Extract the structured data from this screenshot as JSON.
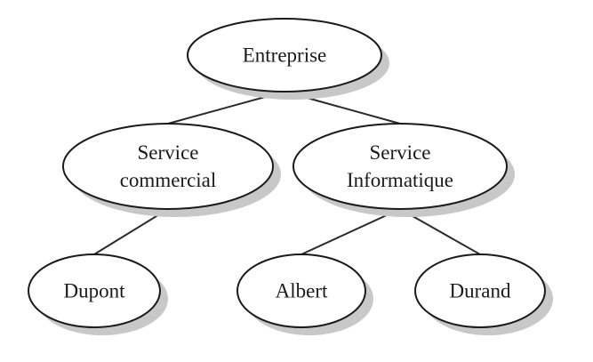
{
  "diagram": {
    "nodes": {
      "entreprise": {
        "lines": [
          "Entreprise"
        ]
      },
      "commercial": {
        "lines": [
          "Service",
          "commercial"
        ]
      },
      "informatique": {
        "lines": [
          "Service",
          "Informatique"
        ]
      },
      "dupont": {
        "lines": [
          "Dupont"
        ]
      },
      "albert": {
        "lines": [
          "Albert"
        ]
      },
      "durand": {
        "lines": [
          "Durand"
        ]
      }
    },
    "edges": [
      {
        "from": "entreprise",
        "to": "commercial"
      },
      {
        "from": "entreprise",
        "to": "informatique"
      },
      {
        "from": "commercial",
        "to": "dupont"
      },
      {
        "from": "informatique",
        "to": "albert"
      },
      {
        "from": "informatique",
        "to": "durand"
      }
    ]
  }
}
